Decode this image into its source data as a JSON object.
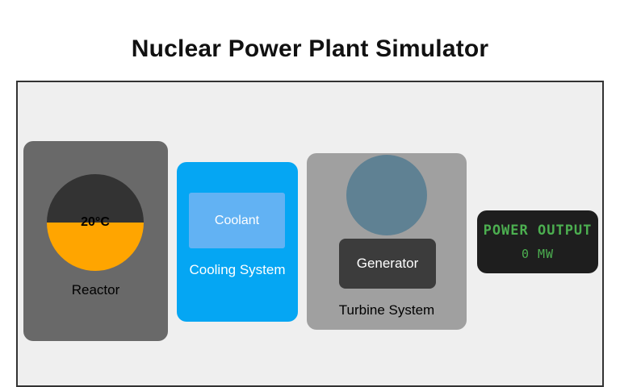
{
  "header": {
    "title": "Nuclear Power Plant Simulator"
  },
  "plant": {
    "reactor": {
      "label": "Reactor",
      "temperature": "20°C",
      "core_fill_percent": 50,
      "core_fill_color": "#ffa500",
      "core_top_color": "#333333",
      "shell_color": "#696969"
    },
    "cooling": {
      "label": "Cooling System",
      "coolant_label": "Coolant",
      "body_color": "#05a6f3",
      "coolant_color": "#62b2f3"
    },
    "turbine": {
      "label": "Turbine System",
      "generator_label": "Generator",
      "body_color": "#a0a0a0",
      "wheel_color": "#5f8193",
      "generator_color": "#3c3c3c"
    },
    "power_display": {
      "title": "POWER OUTPUT",
      "value": "0 MW",
      "text_color": "#4caf50",
      "background_color": "#1e1e1e"
    }
  }
}
